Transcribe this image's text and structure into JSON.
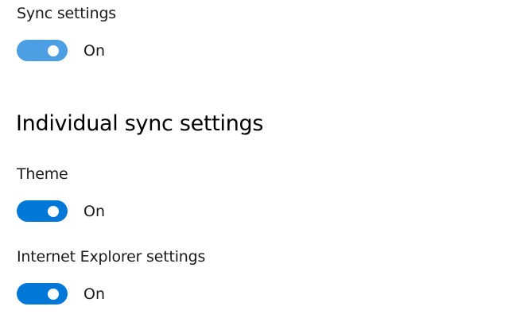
{
  "sync": {
    "label": "Sync settings",
    "state": "On",
    "color": "#4c9fe3"
  },
  "individual": {
    "heading": "Individual sync settings",
    "items": [
      {
        "label": "Theme",
        "state": "On",
        "color": "#0078d7"
      },
      {
        "label": "Internet Explorer settings",
        "state": "On",
        "color": "#0078d7"
      }
    ]
  }
}
